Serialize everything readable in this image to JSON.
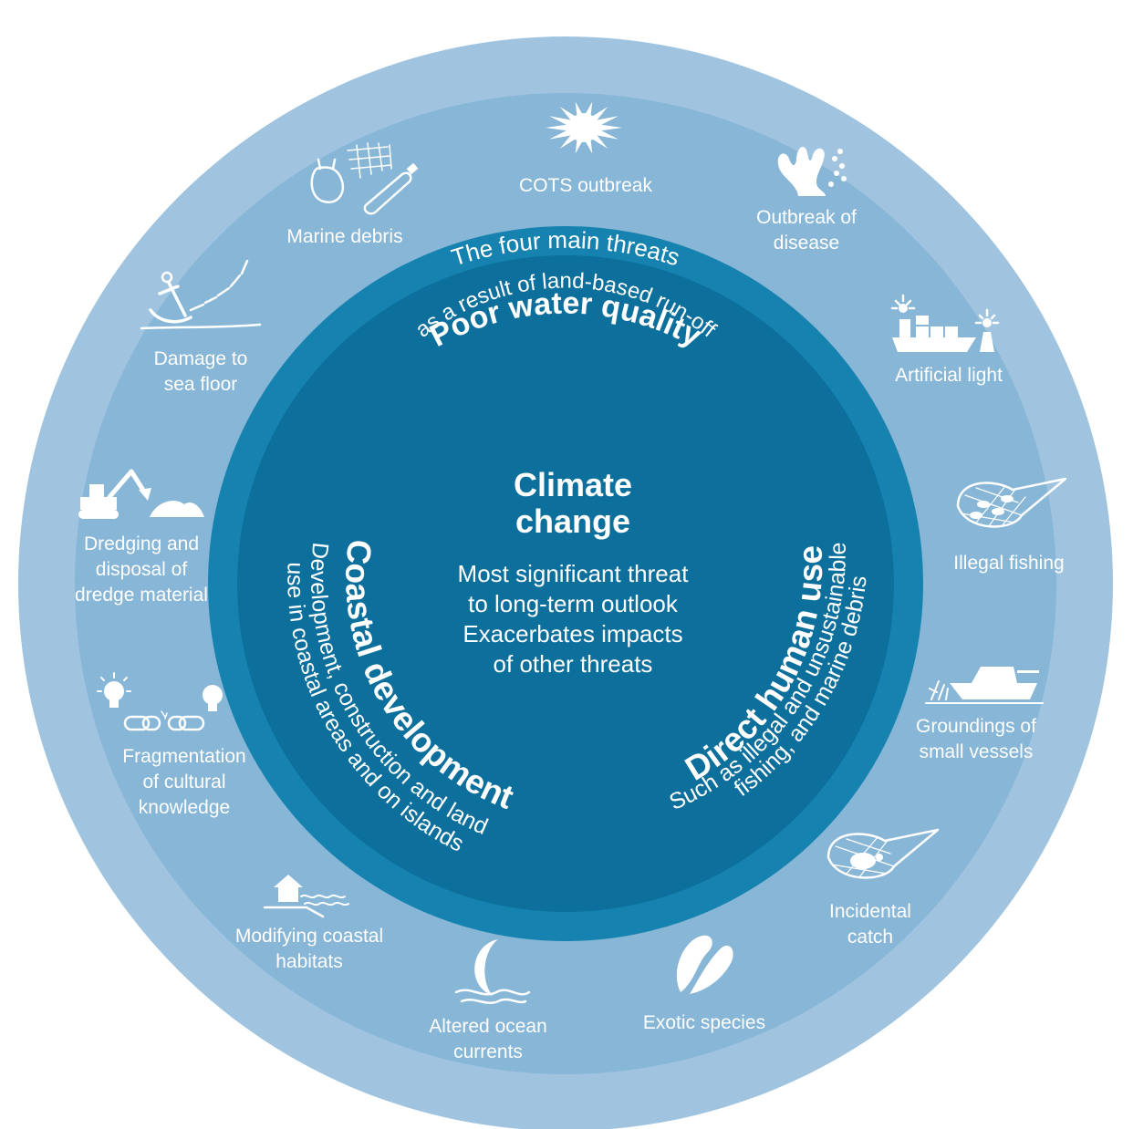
{
  "outer_ring": {
    "title": "Other threats to the Reef",
    "threats": [
      {
        "id": "cots",
        "lines": [
          "COTS outbreak"
        ],
        "icon": "starfish-icon"
      },
      {
        "id": "disease",
        "lines": [
          "Outbreak of",
          "disease"
        ],
        "icon": "coral-icon"
      },
      {
        "id": "light",
        "lines": [
          "Artificial light"
        ],
        "icon": "ship-light-icon"
      },
      {
        "id": "illegal",
        "lines": [
          "Illegal fishing"
        ],
        "icon": "fishing-net-icon"
      },
      {
        "id": "groundings",
        "lines": [
          "Groundings of",
          "small vessels"
        ],
        "icon": "boat-icon"
      },
      {
        "id": "incidental",
        "lines": [
          "Incidental",
          "catch"
        ],
        "icon": "turtle-net-icon"
      },
      {
        "id": "exotic",
        "lines": [
          "Exotic species"
        ],
        "icon": "mussel-icon"
      },
      {
        "id": "currents",
        "lines": [
          "Altered ocean",
          "currents"
        ],
        "icon": "wave-icon"
      },
      {
        "id": "habitats",
        "lines": [
          "Modifying coastal",
          "habitats"
        ],
        "icon": "house-water-icon"
      },
      {
        "id": "cultural",
        "lines": [
          "Fragmentation",
          "of cultural",
          "knowledge"
        ],
        "icon": "broken-chain-icon"
      },
      {
        "id": "dredging",
        "lines": [
          "Dredging and",
          "disposal of",
          "dredge material"
        ],
        "icon": "excavator-icon"
      },
      {
        "id": "seafloor",
        "lines": [
          "Damage to",
          "sea floor"
        ],
        "icon": "anchor-icon"
      },
      {
        "id": "debris",
        "lines": [
          "Marine debris"
        ],
        "icon": "debris-icon"
      }
    ]
  },
  "inner_ring": {
    "title": "The four main threats",
    "poor_water": {
      "title": "Poor water quality",
      "subtitle": "as a result of land-based run-off"
    },
    "coastal": {
      "title": "Coastal development",
      "sub1": "Development, construction and land",
      "sub2": "use in coastal areas and on islands"
    },
    "direct": {
      "title": "Direct human use",
      "sub1": "Such as illegal and unsustainable",
      "sub2": "fishing, and marine debris"
    }
  },
  "center": {
    "title_lines": [
      "Climate",
      "change"
    ],
    "body_lines": [
      "Most significant threat",
      "to long-term outlook",
      "Exacerbates impacts",
      "of other threats"
    ]
  },
  "colors": {
    "outer_rim": "#a0c4df",
    "outer_band": "#87b6d7",
    "inner_band": "#1682b0",
    "center_disc": "#0c6f9c",
    "text": "#ffffff"
  }
}
